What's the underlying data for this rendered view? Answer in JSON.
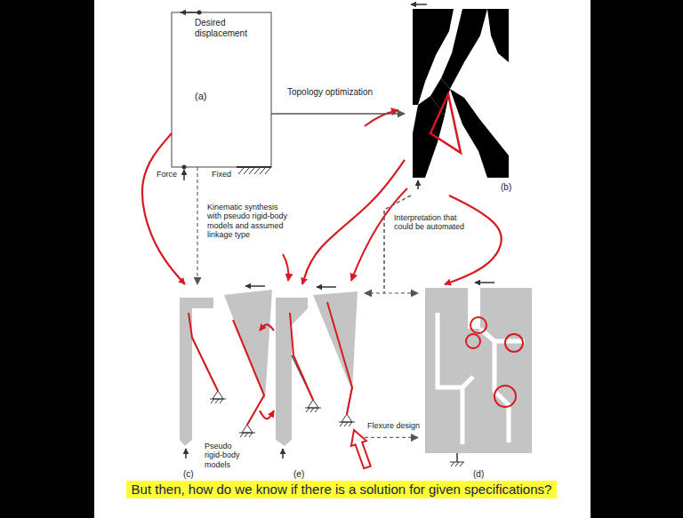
{
  "diagram": {
    "caption": "But then, how do we know if there is a solution for given specifications?",
    "nodes": [
      {
        "text": [
          "Desired displacement",
          "(a)"
        ]
      },
      {
        "text": [
          "(b)"
        ]
      },
      {
        "text": [
          "Pseudo rigid-body models",
          "(c)"
        ]
      },
      {
        "text": [
          "(e)"
        ]
      },
      {
        "text": [
          "(d)"
        ]
      }
    ],
    "edges": [
      {
        "from": 0,
        "to": 1,
        "label": "Topology optimization",
        "arrow": "to"
      },
      {
        "from": 0,
        "to": 2,
        "label": "Kinematic synthesis with pseudo rigid-body models and assumed linkage type",
        "arrow": "to"
      },
      {
        "from": 1,
        "to": 3,
        "label": "Interpretation that could be automated",
        "arrow": "to"
      },
      {
        "from": 1,
        "to": 4,
        "arrow": "to"
      },
      {
        "from": 3,
        "to": 4,
        "label": "Flexure design",
        "arrow": "to"
      },
      {
        "from": 0,
        "to": 2,
        "arrow": "to"
      },
      {
        "from": 1,
        "to": 3,
        "arrow": "to"
      },
      {
        "from": 1,
        "to": 4,
        "arrow": "to"
      },
      {
        "from": 2,
        "to": 3,
        "arrow": "to"
      },
      {
        "from": 3,
        "to": 2,
        "arrow": "to"
      }
    ],
    "labels": [
      "Force",
      "Fixed"
    ]
  }
}
